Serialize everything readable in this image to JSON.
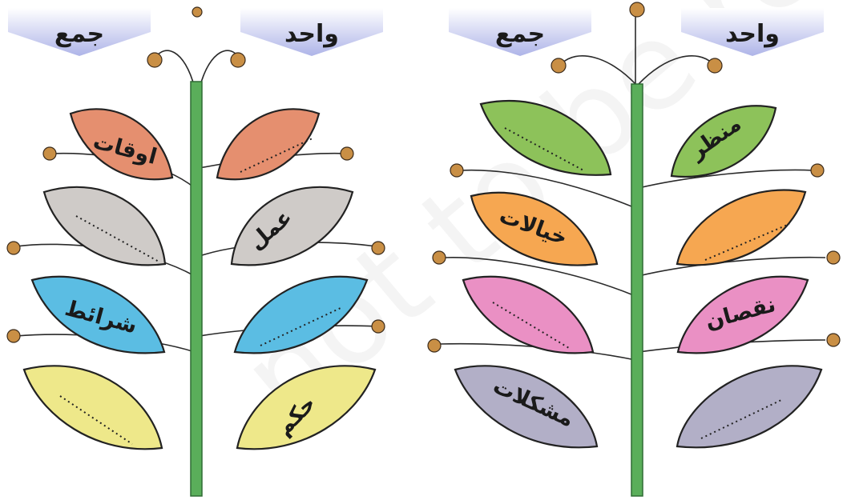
{
  "colors": {
    "stem": "#5aae5a",
    "stem_edge": "#2f6b34",
    "bud": "#c98f45",
    "arrow": "#aeb4e8"
  },
  "plants": [
    {
      "heading_singular": "واحد",
      "heading_plural": "جمع",
      "rows": [
        {
          "color": "#e58f6f",
          "singular": "",
          "plural": "اوقات"
        },
        {
          "color": "#cfcbc8",
          "singular": "عمل",
          "plural": ""
        },
        {
          "color": "#5bbde3",
          "singular": "",
          "plural": "شرائط"
        },
        {
          "color": "#eee88a",
          "singular": "حکم",
          "plural": ""
        }
      ]
    },
    {
      "heading_singular": "واحد",
      "heading_plural": "جمع",
      "rows": [
        {
          "color": "#8dc25a",
          "singular": "منظر",
          "plural": ""
        },
        {
          "color": "#f6a751",
          "singular": "",
          "plural": "خیالات"
        },
        {
          "color": "#ea90c4",
          "singular": "نقصان",
          "plural": ""
        },
        {
          "color": "#b2afc7",
          "singular": "",
          "plural": "مشکلات"
        }
      ]
    }
  ]
}
